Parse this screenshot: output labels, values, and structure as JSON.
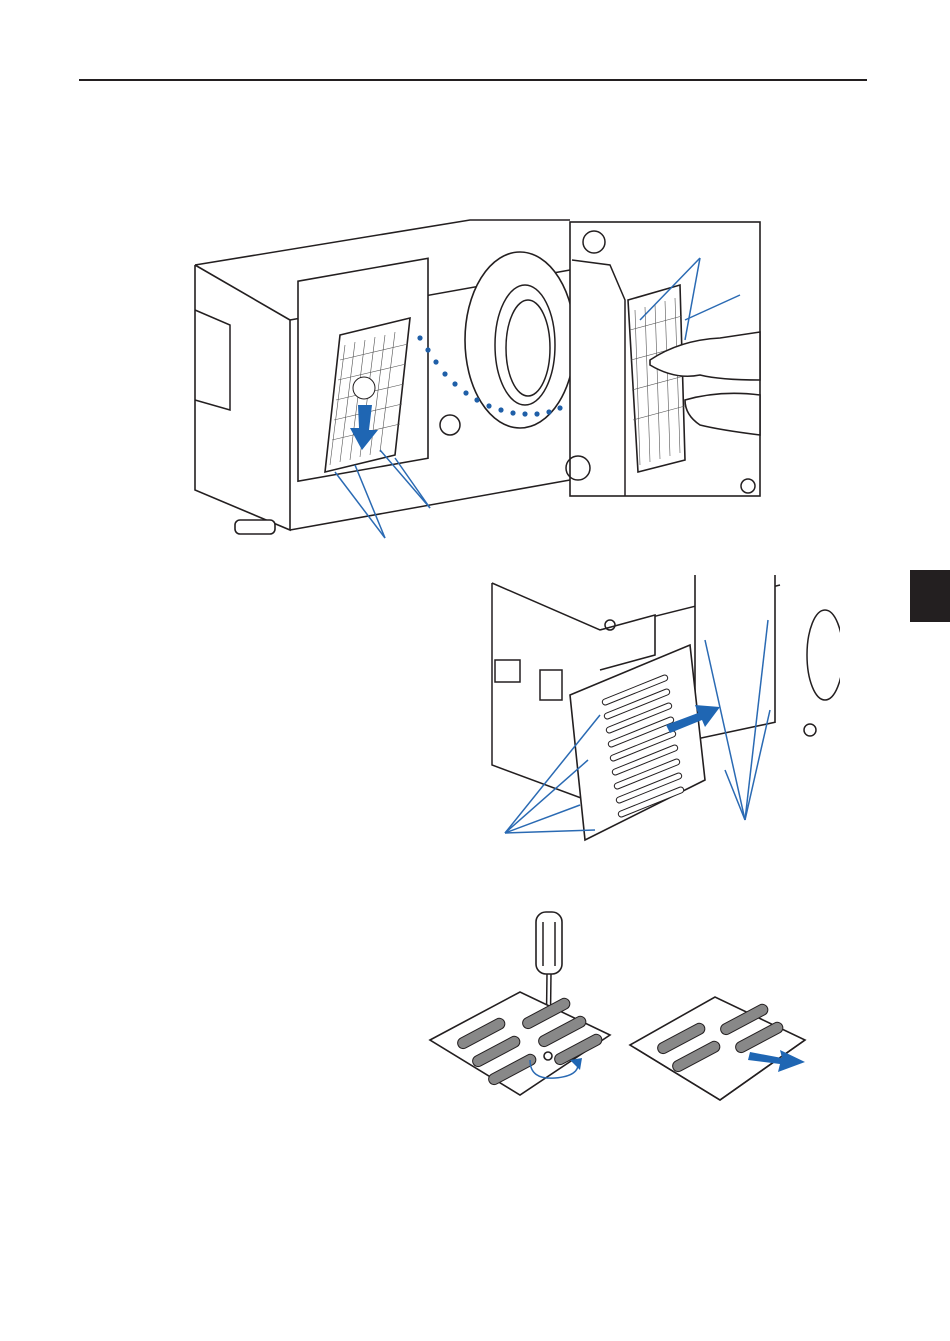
{
  "page": {
    "accent_color": "#1f66b3",
    "rule_color": "#231f20",
    "side_tab_color": "#231f20"
  },
  "figures": [
    {
      "id": "filter-unit-removal",
      "icons": [
        "projector-side-panel",
        "filter-unit",
        "down-arrow",
        "zoom-detail"
      ]
    },
    {
      "id": "filter-cover-attach",
      "icons": [
        "projector-rear",
        "filter-cover",
        "right-arrow"
      ]
    },
    {
      "id": "filter-disassembly",
      "icons": [
        "screwdriver",
        "filter-plate",
        "rotate-arrow",
        "pull-arrow"
      ]
    }
  ]
}
